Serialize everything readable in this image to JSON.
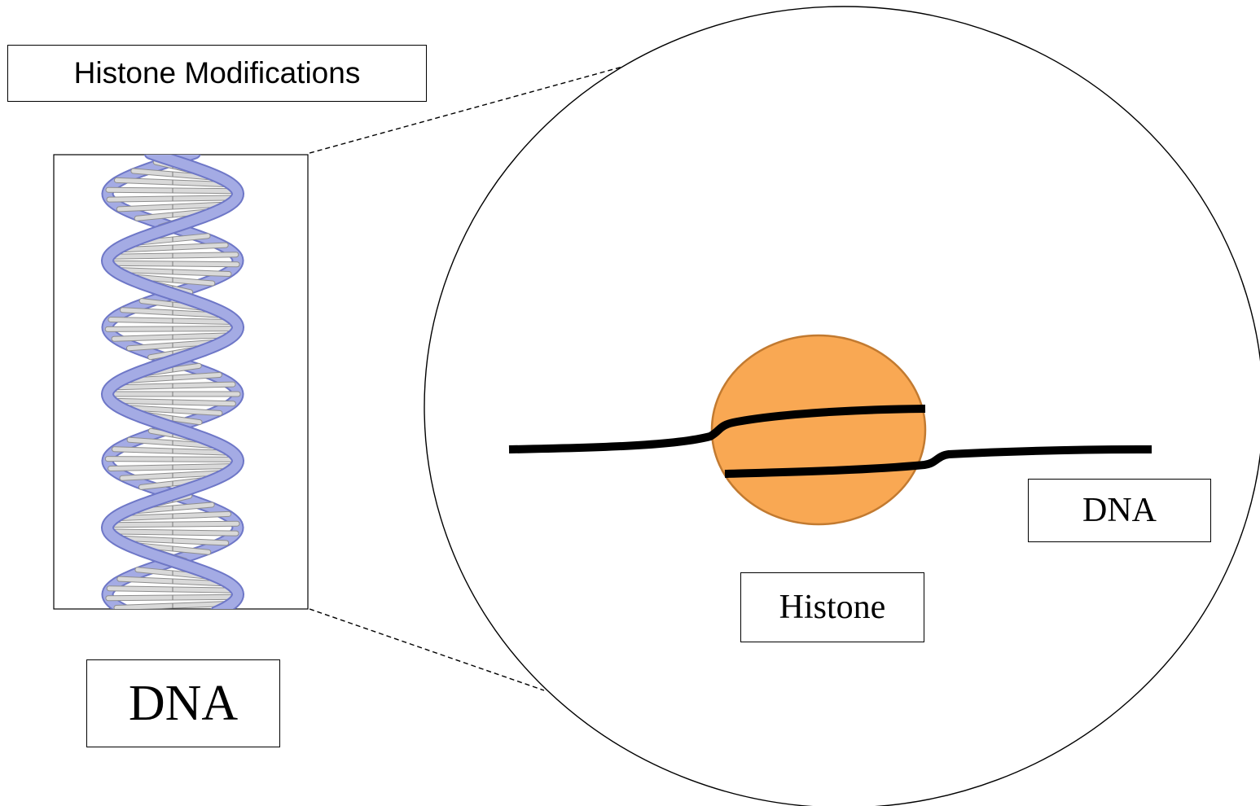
{
  "title": "Histone Modifications",
  "helix_panel": {
    "label": "DNA",
    "strand_color": "#a4abe4",
    "strand_edge_color": "#6e77c7",
    "base_pair_color": "#d9d9d9"
  },
  "zoom_view": {
    "histone_label": "Histone",
    "dna_label": "DNA",
    "histone_color": "#f9a853",
    "histone_edge_color": "#c27a30",
    "dna_strand_color": "#000000"
  }
}
